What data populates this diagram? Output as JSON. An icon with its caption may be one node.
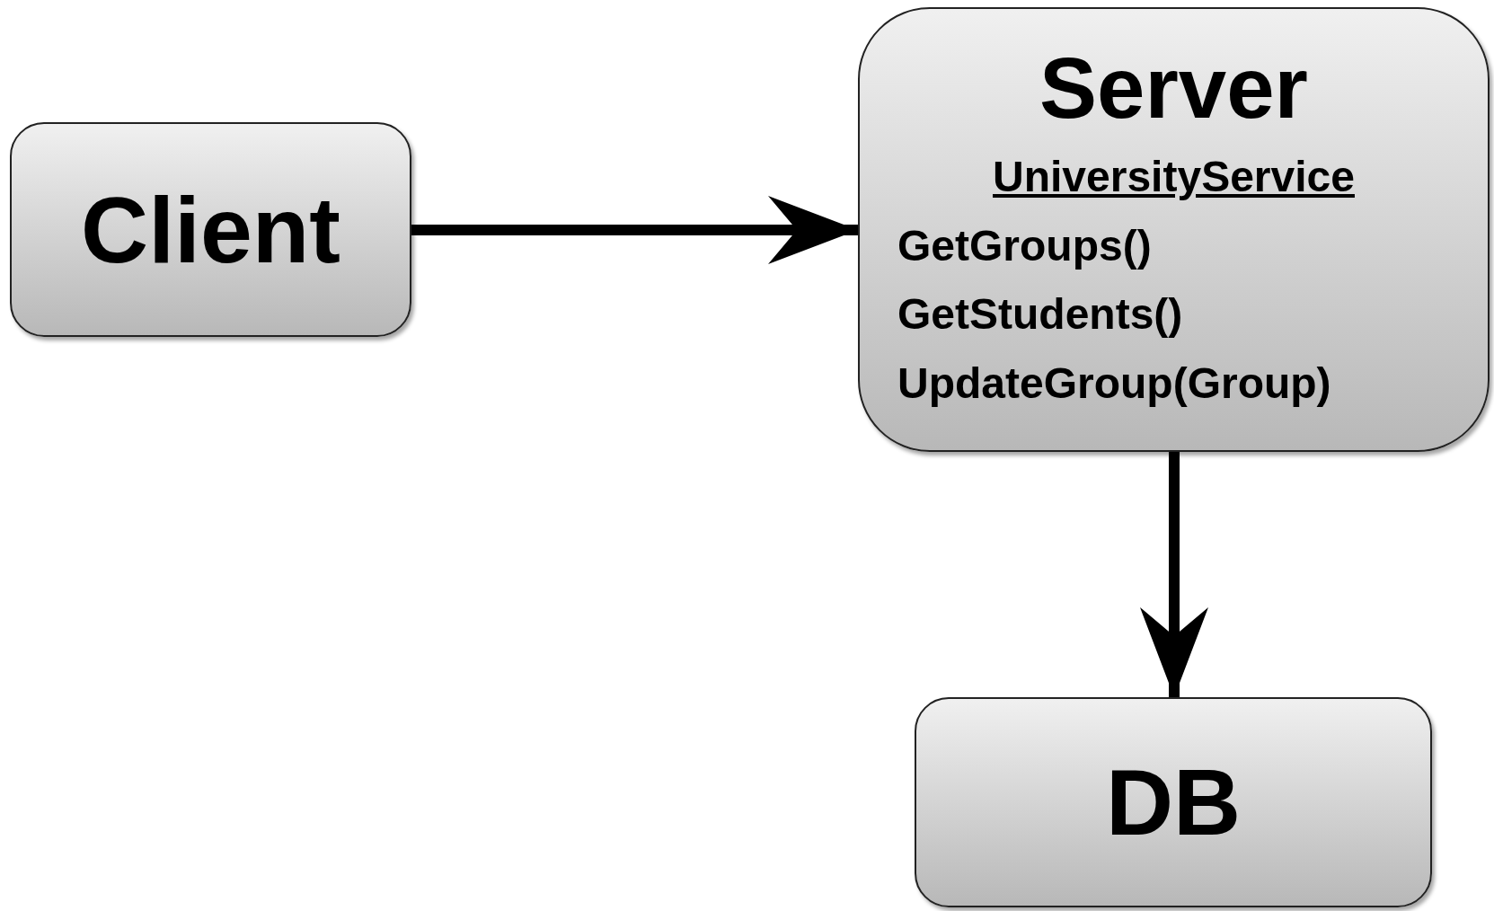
{
  "diagram": {
    "nodes": [
      {
        "text": [
          "Client"
        ]
      },
      {
        "text": [
          "Server",
          "UniversityService",
          "GetGroups()",
          "GetStudents()",
          "UpdateGroup(Group)"
        ]
      },
      {
        "text": [
          "DB"
        ]
      }
    ],
    "edges": [
      {
        "from": 0,
        "to": 1,
        "arrow": "to"
      },
      {
        "from": 1,
        "to": 2,
        "arrow": "to"
      }
    ]
  }
}
